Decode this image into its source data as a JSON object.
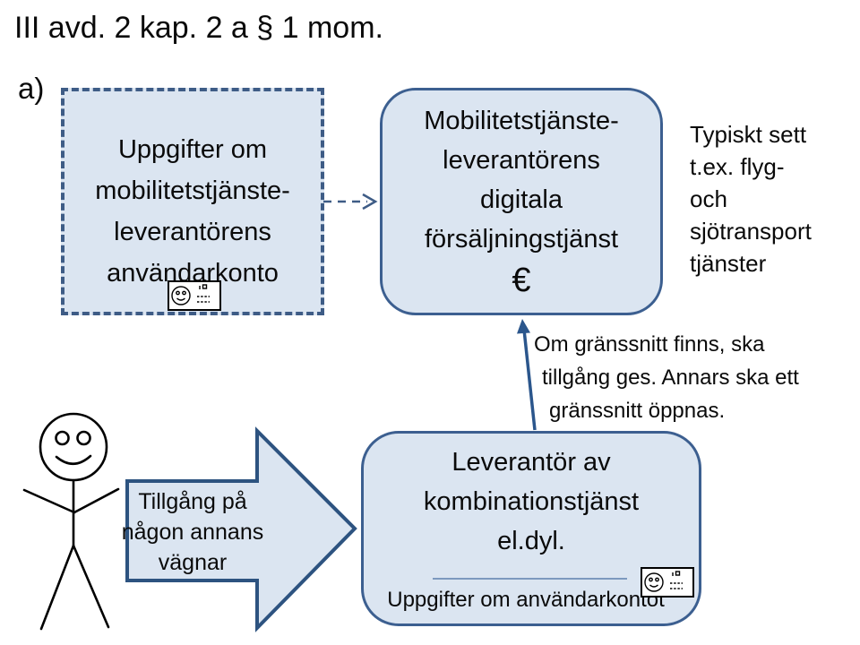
{
  "title": "III avd. 2 kap. 2 a § 1 mom.",
  "section_label": "a)",
  "account_data_box": {
    "lines": [
      "Uppgifter om",
      "mobilitetstjänste-",
      "leverantörens",
      "användarkonto"
    ]
  },
  "digital_sales_box": {
    "lines": [
      "Mobilitetstjänste-",
      "leverantörens",
      "digitala",
      "försäljningstjänst",
      "€"
    ]
  },
  "side_note": {
    "lines": [
      "Typiskt sett",
      "t.ex. flyg-",
      "och",
      "sjötransport",
      "tjänster"
    ]
  },
  "interface_note": {
    "lines": [
      "Om gränssnitt finns, ska",
      "tillgång ges. Annars ska ett",
      "gränssnitt öppnas."
    ]
  },
  "access_arrow": {
    "lines": [
      "Tillgång på",
      "någon annans",
      "vägnar"
    ]
  },
  "combination_box": {
    "lines": [
      "Leverantör av",
      "kombinationstjänst",
      "el.dyl."
    ],
    "footer": "Uppgifter om användarkontot"
  },
  "icons": {
    "id_card": "smiley-id-card",
    "person": "stick-figure"
  },
  "colors": {
    "box_fill": "#dbe5f1",
    "box_border": "#3c5f90",
    "dashed_border": "#3e5c86",
    "block_arrow_border": "#2d5380",
    "connector": "#2b568c",
    "divider": "#7d99bf",
    "text": "#0a0a0a"
  }
}
